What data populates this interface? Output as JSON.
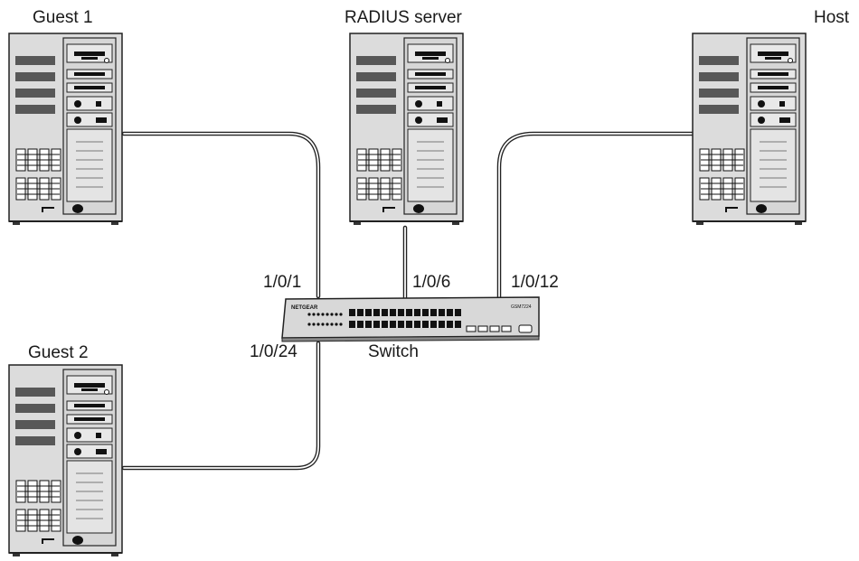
{
  "devices": {
    "guest1": {
      "label": "Guest 1"
    },
    "radius": {
      "label": "RADIUS server"
    },
    "host": {
      "label": "Host"
    },
    "guest2": {
      "label": "Guest 2"
    },
    "switch": {
      "label": "Switch",
      "brand": "NETGEAR",
      "model": "GSM7224"
    }
  },
  "ports": {
    "p1": "1/0/1",
    "p6": "1/0/6",
    "p12": "1/0/12",
    "p24": "1/0/24"
  }
}
